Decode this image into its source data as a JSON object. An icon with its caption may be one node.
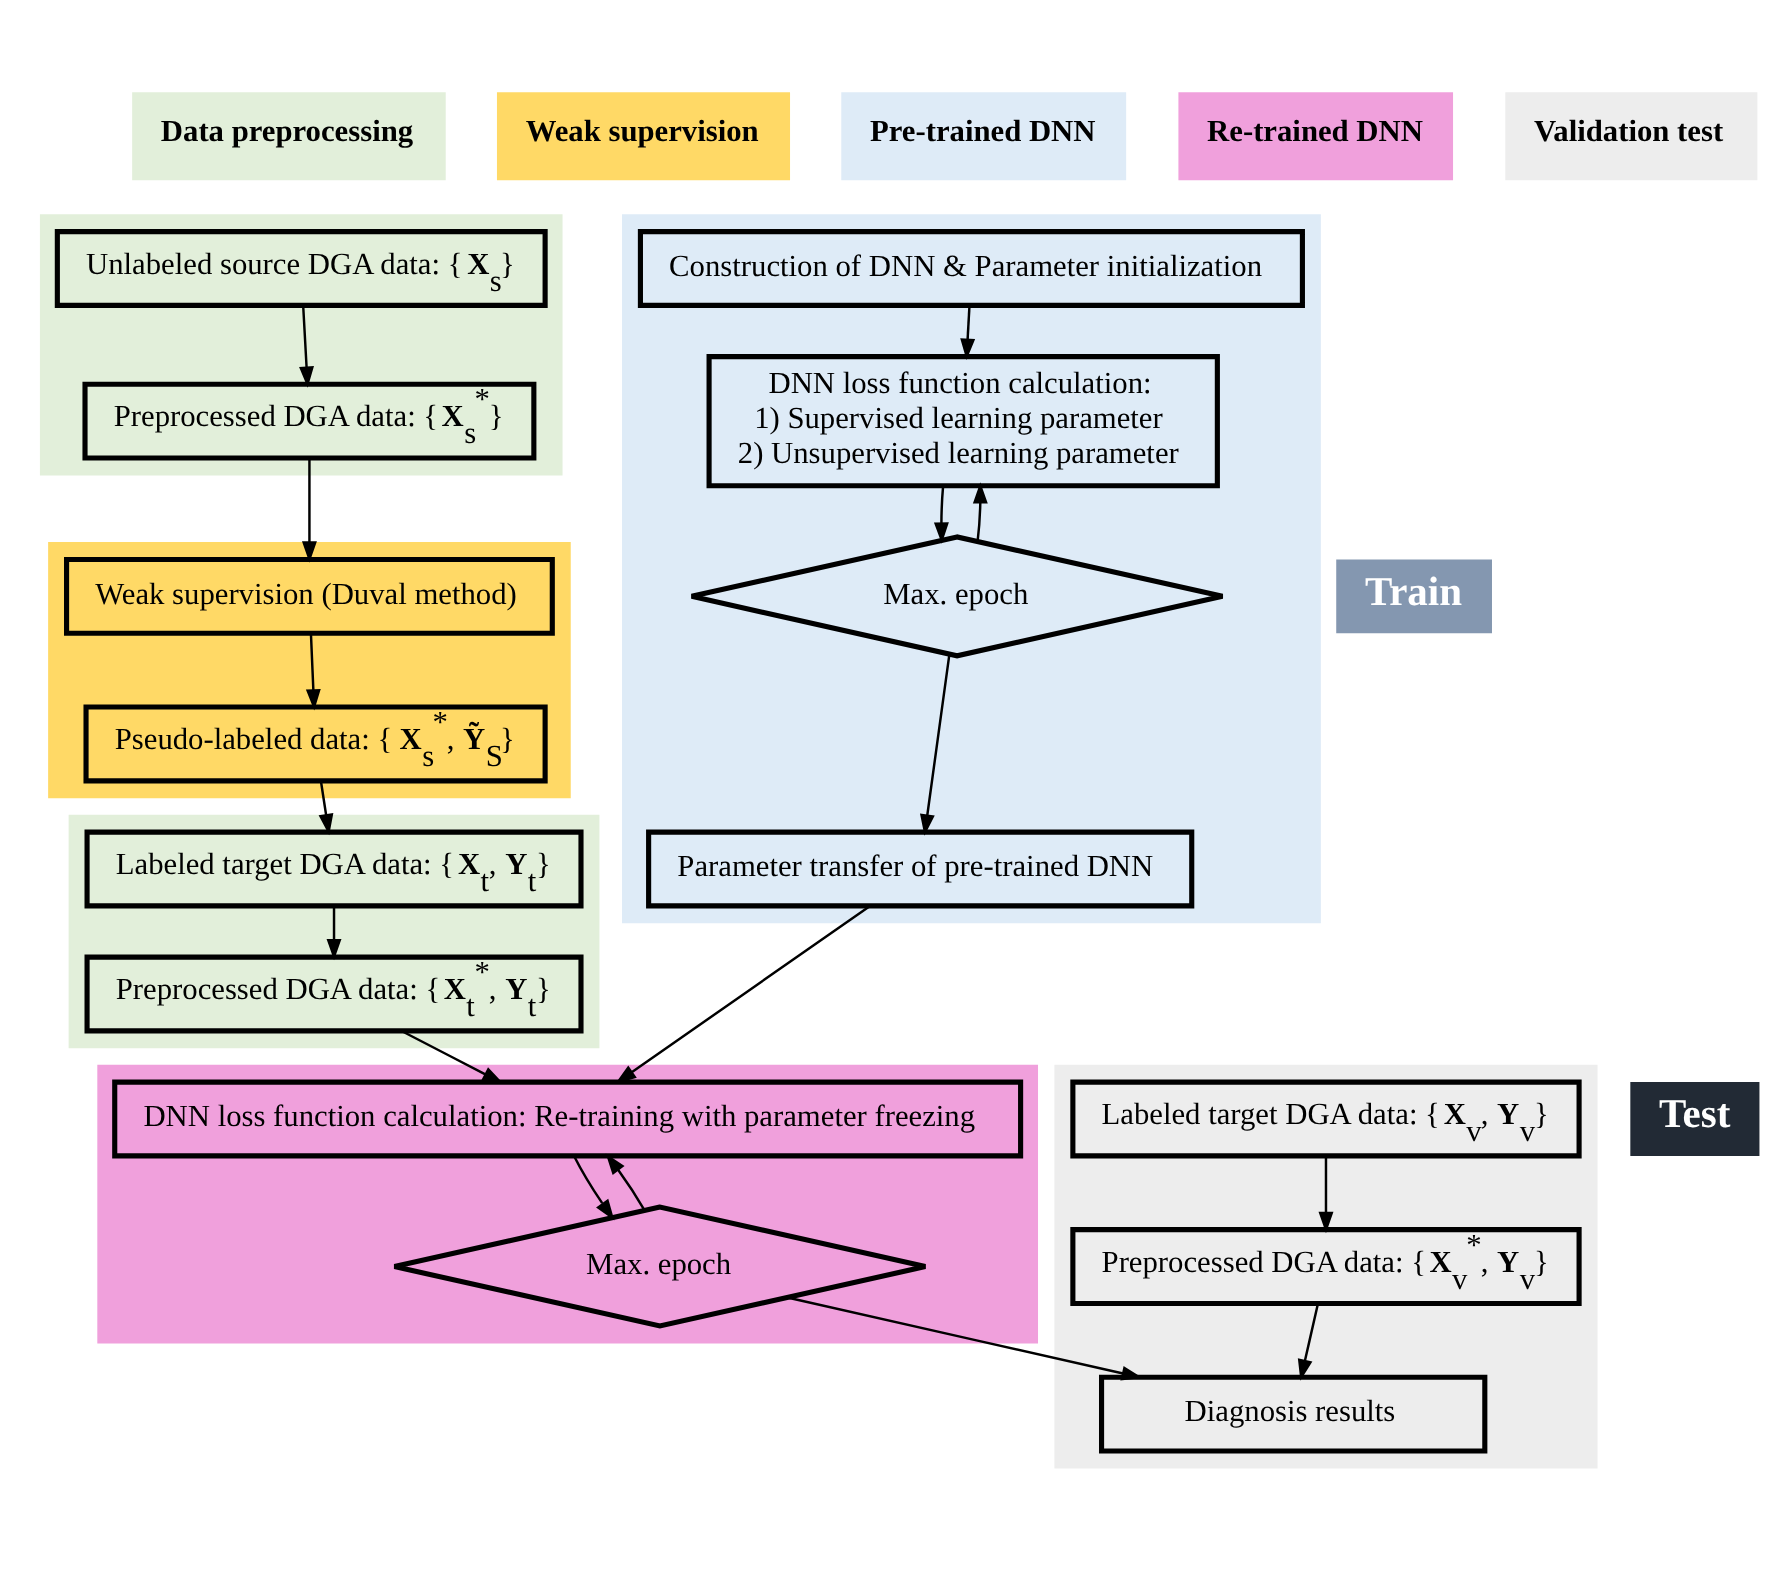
{
  "diagram": {
    "nodes": [
      {
        "text": [
          "Data preprocessing"
        ]
      },
      {
        "text": [
          "Weak supervision"
        ]
      },
      {
        "text": [
          "Pre-trained DNN"
        ]
      },
      {
        "text": [
          "Re-trained DNN"
        ]
      },
      {
        "text": [
          "Validation test"
        ]
      },
      {
        "text": [
          "Train"
        ]
      },
      {
        "text": [
          "Test"
        ]
      },
      {
        "text": [],
        "shape": "box"
      },
      {
        "text": [
          "Unlabeled source DGA data: {**X**$_{s}$}"
        ],
        "in": 7
      },
      {
        "text": [
          "Preprocessed DGA data: {**X**$_{s}$$^{*}$}"
        ],
        "in": 7
      },
      {
        "text": [],
        "shape": "box"
      },
      {
        "text": [
          "Weak supervision (Duval method)"
        ],
        "in": 10
      },
      {
        "text": [
          "Pseudo-labeled data: {**X**$_{s}$$^{*}$, **Ỹ**$_{S}$}"
        ],
        "in": 10
      },
      {
        "text": [],
        "shape": "box"
      },
      {
        "text": [
          "Labeled target DGA data: {**X**$_{t}$, **Y**$_{t}$}"
        ],
        "in": 13
      },
      {
        "text": [
          "Preprocessed DGA data: {**X**$_{t}$$^{*}$, **Y**$_{t}$}"
        ],
        "in": 13
      },
      {
        "text": [],
        "shape": "box"
      },
      {
        "text": [
          "Construction of DNN & Parameter initialization"
        ],
        "in": 16
      },
      {
        "text": [
          "DNN loss function calculation:",
          "1) Supervised learning parameter",
          "2) Unsupervised learning parameter"
        ],
        "in": 16
      },
      {
        "text": [
          "Max. epoch"
        ],
        "in": 16
      },
      {
        "text": [
          "Parameter transfer of pre-trained DNN"
        ],
        "in": 16
      },
      {
        "text": [],
        "shape": "box"
      },
      {
        "text": [
          "DNN loss function calculation: Re-training with parameter freezing"
        ],
        "in": 21
      },
      {
        "text": [
          "Max. epoch"
        ],
        "in": 21
      },
      {
        "text": [],
        "shape": "box"
      },
      {
        "text": [
          "Labeled target DGA data: {**X**$_{v}$, **Y**$_{v}$}"
        ],
        "in": 24
      },
      {
        "text": [
          "Preprocessed DGA data: {**X**$_{v}$$^{*}$, **Y**$_{v}$}"
        ],
        "in": 24
      },
      {
        "text": [
          "Diagnosis results"
        ],
        "in": 24
      }
    ],
    "edges": [
      {
        "from": 8,
        "to": 9,
        "arrow": "to"
      },
      {
        "from": 9,
        "to": 11,
        "arrow": "to"
      },
      {
        "from": 11,
        "to": 12,
        "arrow": "to"
      },
      {
        "from": 12,
        "to": 14,
        "arrow": "to"
      },
      {
        "from": 14,
        "to": 15,
        "arrow": "to"
      },
      {
        "from": 17,
        "to": 18,
        "arrow": "to"
      },
      {
        "from": 18,
        "to": 19,
        "arrow": "to"
      },
      {
        "from": 19,
        "to": 18,
        "arrow": "to"
      },
      {
        "from": 19,
        "to": 20,
        "arrow": "to"
      },
      {
        "from": 20,
        "to": 22,
        "arrow": "to"
      },
      {
        "from": 15,
        "to": 22,
        "arrow": "to"
      },
      {
        "from": 22,
        "to": 23,
        "arrow": "to"
      },
      {
        "from": 23,
        "to": 22,
        "arrow": "to"
      },
      {
        "from": 23,
        "to": 27,
        "arrow": "to"
      },
      {
        "from": 25,
        "to": 26,
        "arrow": "to"
      },
      {
        "from": 26,
        "to": 27,
        "arrow": "to"
      }
    ]
  }
}
